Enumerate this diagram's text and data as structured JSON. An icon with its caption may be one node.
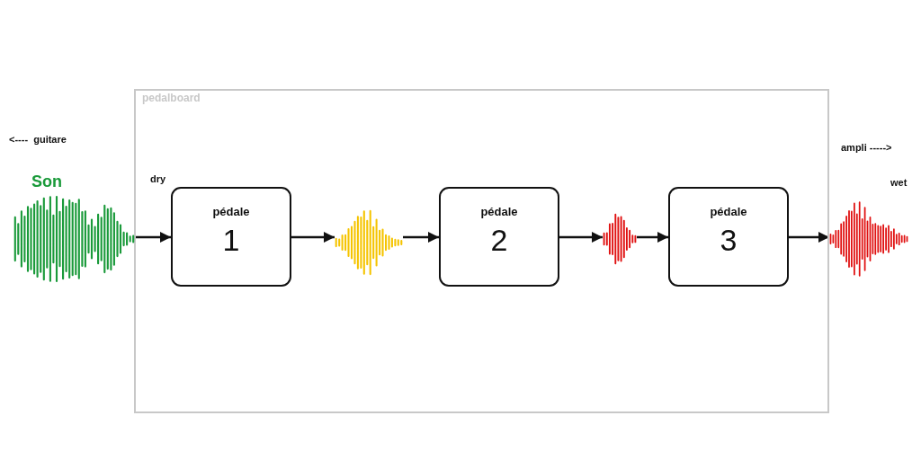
{
  "diagram": {
    "nodes": [
      {
        "text": [
          "pedalboard"
        ]
      },
      {
        "text": [],
        "shape": "picture",
        "beside": [
          "Son"
        ]
      },
      {
        "text": [
          "pédale",
          "1"
        ],
        "in": 0
      },
      {
        "text": [],
        "shape": "picture",
        "in": 0
      },
      {
        "text": [
          "pédale",
          "2"
        ],
        "in": 0
      },
      {
        "text": [],
        "shape": "picture",
        "in": 0
      },
      {
        "text": [
          "pédale",
          "3"
        ],
        "in": 0
      },
      {
        "text": [],
        "shape": "picture"
      }
    ],
    "edges": [
      {
        "from": 1,
        "to": 2,
        "arrow": "to"
      },
      {
        "from": 2,
        "to": 3,
        "arrow": "to"
      },
      {
        "from": 3,
        "to": 4,
        "arrow": "to"
      },
      {
        "from": 4,
        "to": 5,
        "arrow": "to"
      },
      {
        "from": 5,
        "to": 6,
        "arrow": "to"
      },
      {
        "from": 6,
        "to": 7,
        "arrow": "to"
      }
    ],
    "labels": [
      "<----  guitare",
      "ampli ----->",
      "dry",
      "wet"
    ]
  }
}
